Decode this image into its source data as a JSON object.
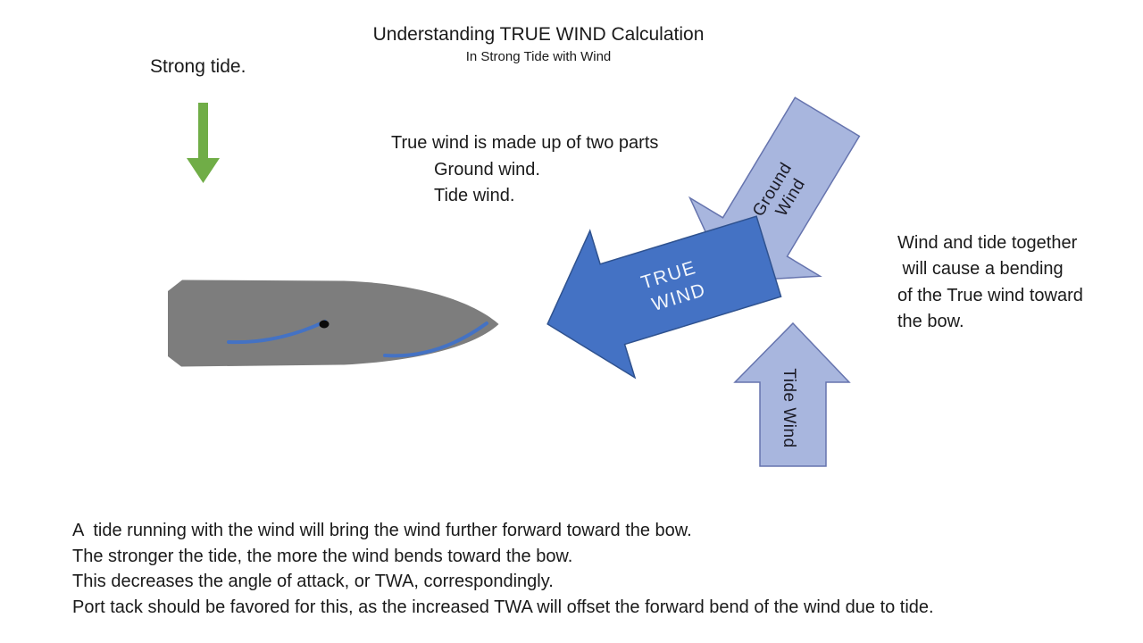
{
  "header": {
    "title": "Understanding TRUE WIND Calculation",
    "subtitle": "In Strong Tide with Wind"
  },
  "tide_label": "Strong tide.",
  "explanation": {
    "line1": "True wind is made up of two parts",
    "line2": "Ground wind.",
    "line3": "Tide wind."
  },
  "arrows": {
    "ground_wind": {
      "line1": "Ground",
      "line2": "Wind"
    },
    "true_wind": {
      "line1": "TRUE",
      "line2": "WIND"
    },
    "tide_wind": {
      "label": "Tide Wind"
    }
  },
  "side_note": {
    "line1": "Wind and tide together",
    "line2": " will cause a bending",
    "line3": "of the True wind toward",
    "line4": "the bow."
  },
  "footer_notes": {
    "line1": "A  tide running with the wind will bring the wind further forward toward the bow.",
    "line2": "The stronger the tide, the more the wind bends toward the bow.",
    "line3": "This decreases the angle of attack, or TWA, correspondingly.",
    "line4": "Port tack should be favored for this, as the increased TWA will offset the forward bend of the wind due to tide."
  },
  "colors": {
    "true_wind_fill": "#4472C4",
    "true_wind_border": "#2F528F",
    "component_arrow_fill": "#A8B6DE",
    "component_arrow_border": "#6674AE",
    "strong_tide_arrow": "#70AD47",
    "hull_gray": "#7D7D7D",
    "wind_bend_line": "#4472C4",
    "text_color": "#1A1A1A"
  }
}
